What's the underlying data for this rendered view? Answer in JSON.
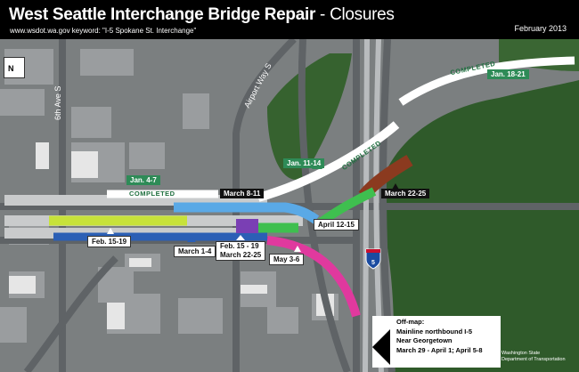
{
  "header": {
    "title_main": "West Seattle Interchange Bridge Repair",
    "title_sub": " - Closures",
    "url": "www.wsdot.wa.gov keyword: \"I-5 Spokane St. Interchange\"",
    "date": "February 2013"
  },
  "streets": {
    "sixth_ave": "6th Ave S",
    "airport_way": "Airport Way S"
  },
  "compass": {
    "label": "N"
  },
  "labels": {
    "jan_18_21": "Jan. 18-21",
    "jan_11_14": "Jan. 11-14",
    "jan_4_7": "Jan. 4-7",
    "march_8_11": "March 8-11",
    "march_22_25": "March 22-25",
    "april_12_15": "April 12-15",
    "feb_15_19": "Feb. 15-19",
    "march_1_4": "March 1-4",
    "feb_15_19_b": "Feb. 15 - 19",
    "march_22_25_b": "March 22-25",
    "may_3_6": "May 3-6"
  },
  "completed_label": "COMPLETED",
  "offmap": {
    "line1": "Off-map:",
    "line2": "Mainline northbound I-5",
    "line3": "Near Georgetown",
    "line4": "March 29 - April 1; April 5-8"
  },
  "wsdot": {
    "line1": "Washington State",
    "line2": "Department of Transportation"
  },
  "shield_label": "5",
  "colors": {
    "background": "#000000",
    "forest": "#2f5a2a",
    "urban": "#7b7f80",
    "completed": "#ffffff",
    "march_8_11": "#5aa9e6",
    "feb_15_19": "#c7e23a",
    "march_1_4": "#2b5fb5",
    "feb_march_purple": "#7a3fb4",
    "april_12_15": "#3fbf4f",
    "march_22_25": "#8b3a1f",
    "may_3_6": "#e0399e"
  }
}
